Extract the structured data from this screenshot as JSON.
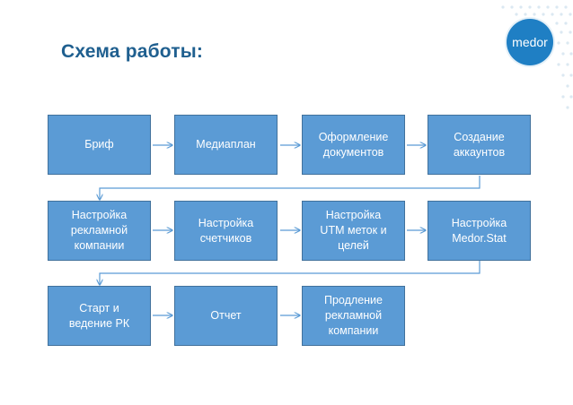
{
  "title": "Схема работы:",
  "logo_text": "medor",
  "steps": [
    "Бриф",
    "Медиаплан",
    "Оформление\nдокументов",
    "Создание\nаккаунтов",
    "Настройка\nрекламной\nкомпании",
    "Настройка\nсчетчиков",
    "Настройка\nUTM меток и\nцелей",
    "Настройка\nMedor.Stat",
    "Старт и\nведение РК",
    "Отчет",
    "Продление\nрекламной\nкомпании"
  ],
  "colors": {
    "title": "#1f5f8f",
    "box_fill": "#5b9bd5",
    "box_border": "#41719c",
    "arrow": "#5b9bd5",
    "logo": "#1f7fc4"
  }
}
